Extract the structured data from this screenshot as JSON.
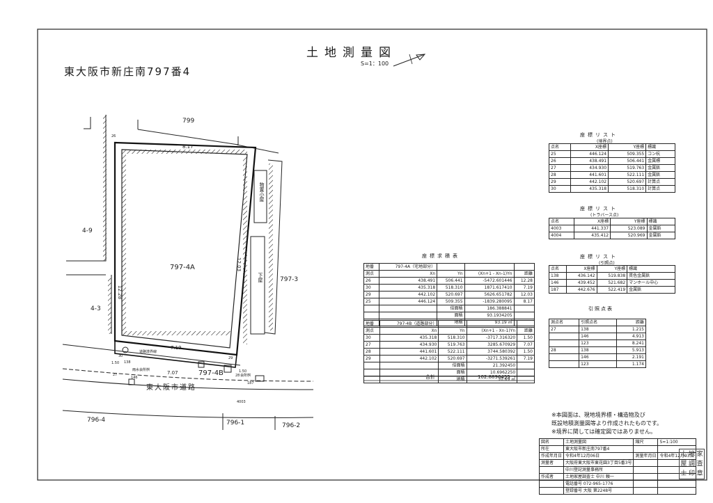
{
  "title": "土地測量図",
  "scale": "S=1：100",
  "address": "東大阪市新庄南797番4",
  "parcels": {
    "main_a": "797-4A",
    "main_b": "797-4B",
    "north": "799",
    "west_upper": "4-9",
    "west_lower": "4-3",
    "east": "797-3",
    "south_left": "796-4",
    "south_mid": "796-1",
    "south_right": "796-2"
  },
  "dims": {
    "top": "8.17",
    "right": "12.03",
    "left": "12.28",
    "bottom_a": "7.19",
    "bottom_b": "7.07",
    "small_a": "1.50",
    "small_b": "1.50"
  },
  "map_labels": {
    "shed": "物置小屋",
    "eaves": "下屋",
    "boundary_side": "道路境界線",
    "road": "東大阪市道路",
    "manhole": "会所桝",
    "curb_label": "雨水会所桝",
    "road_width": "4003",
    "marker_26": "26",
    "marker_27": "27",
    "marker_29": "29",
    "marker_30": "30",
    "marker_28": "28",
    "marker_138": "138",
    "marker_146": "146",
    "marker_187": "187"
  },
  "boundary_list": {
    "caption": "座標リスト",
    "sub": "(境界点)",
    "headers": [
      "点名",
      "X座標",
      "Y座標",
      "標識"
    ],
    "rows": [
      [
        "25",
        "446.124",
        "509.355",
        "コン杭"
      ],
      [
        "26",
        "438.491",
        "506.441",
        "金属標"
      ],
      [
        "27",
        "434.930",
        "519.763",
        "金属鋲"
      ],
      [
        "28",
        "441.601",
        "522.111",
        "金属鋲"
      ],
      [
        "29",
        "442.102",
        "520.697",
        "計算点"
      ],
      [
        "30",
        "435.318",
        "518.310",
        "計算点"
      ]
    ]
  },
  "traverse_list": {
    "caption": "座標リスト",
    "sub": "(トラバース点)",
    "headers": [
      "点名",
      "X座標",
      "Y座標",
      "標識"
    ],
    "rows": [
      [
        "4003",
        "441.337",
        "523.089",
        "金属鋲"
      ],
      [
        "4004",
        "435.412",
        "520.969",
        "金属鋲"
      ]
    ]
  },
  "reference_list": {
    "caption": "座標リスト",
    "sub": "(引照点)",
    "headers": [
      "点名",
      "X座標",
      "Y座標",
      "標識"
    ],
    "rows": [
      [
        "138",
        "436.142",
        "519.838",
        "貫色金属鋲"
      ],
      [
        "146",
        "439.452",
        "521.682",
        "マンホール中心"
      ],
      [
        "187",
        "442.676",
        "522.419",
        "金属鋲"
      ]
    ]
  },
  "reference_distance": {
    "caption": "引照点表",
    "headers": [
      "測点名",
      "引照点名",
      "距離"
    ],
    "rows": [
      [
        "27",
        "138",
        "1.215"
      ],
      [
        "",
        "146",
        "4.913"
      ],
      [
        "",
        "123",
        "8.241"
      ],
      [
        "28",
        "138",
        "5.913"
      ],
      [
        "",
        "146",
        "2.191"
      ],
      [
        "",
        "123",
        "1.174"
      ]
    ]
  },
  "area_table": {
    "caption": "座標求積表",
    "a_header": [
      "地番",
      "797-4A（宅地部分）",
      "",
      ""
    ],
    "a_cols": [
      "測点",
      "Xn",
      "Yn",
      "(Xn+1 - Xn-1)Yn",
      "距離"
    ],
    "a_rows": [
      [
        "26",
        "438.491",
        "506.441",
        "-5472.601446",
        "12.28"
      ],
      [
        "30",
        "435.318",
        "518.310",
        "1871.617410",
        "7.19"
      ],
      [
        "29",
        "442.102",
        "520.697",
        "5626.651782",
        "12.03"
      ],
      [
        "25",
        "446.124",
        "509.355",
        "-1839.280095",
        "8.17"
      ]
    ],
    "a_sum": [
      [
        "倍面積",
        "186.388841"
      ],
      [
        "面積",
        "93.1934205"
      ],
      [
        "地積",
        "93.19 ㎡"
      ]
    ],
    "b_header": [
      "地番",
      "797-4B（道路部分）",
      "",
      ""
    ],
    "b_cols": [
      "測点",
      "Xn",
      "Yn",
      "(Xn+1 - Xn-1)Yn",
      "距離"
    ],
    "b_rows": [
      [
        "30",
        "435.318",
        "518.310",
        "-3717.316320",
        "1.50"
      ],
      [
        "27",
        "434.930",
        "519.763",
        "3285.670929",
        "7.07"
      ],
      [
        "28",
        "441.601",
        "522.111",
        "3744.580392",
        "1.50"
      ],
      [
        "29",
        "442.102",
        "520.697",
        "-3271.539261",
        "7.19"
      ]
    ],
    "b_sum": [
      [
        "倍面積",
        "21.392450"
      ],
      [
        "面積",
        "10.6962250"
      ],
      [
        "地積",
        "10.69 ㎡"
      ]
    ],
    "total_label": "合計",
    "total_value": "102.8896455"
  },
  "notes": [
    "※本図面は、現地境界標・構造物及び",
    "既設地積測量図等より作成されたものです。",
    "※境界に関しては確定図ではありません。"
  ],
  "title_block": {
    "rows": [
      [
        "図名",
        "土地測量図",
        "縮尺",
        "S=1:100"
      ],
      [
        "所在",
        "東大阪市新庄南797番4",
        "",
        ""
      ],
      [
        "作成年月日",
        "令和4年12月06日",
        "測量年月日",
        "令和4年12月03日"
      ],
      [
        "測量者",
        "大阪府東大阪市東花園3丁目5番3号",
        "",
        ""
      ],
      [
        "",
        "中川登記測量事務所",
        "",
        ""
      ],
      [
        "作成者",
        "土地家屋調査士 中川 頼一",
        "",
        ""
      ],
      [
        "",
        "電話番号 072-965-1776",
        "",
        ""
      ],
      [
        "",
        "登録番号 大阪 第2248号",
        "",
        ""
      ]
    ]
  }
}
